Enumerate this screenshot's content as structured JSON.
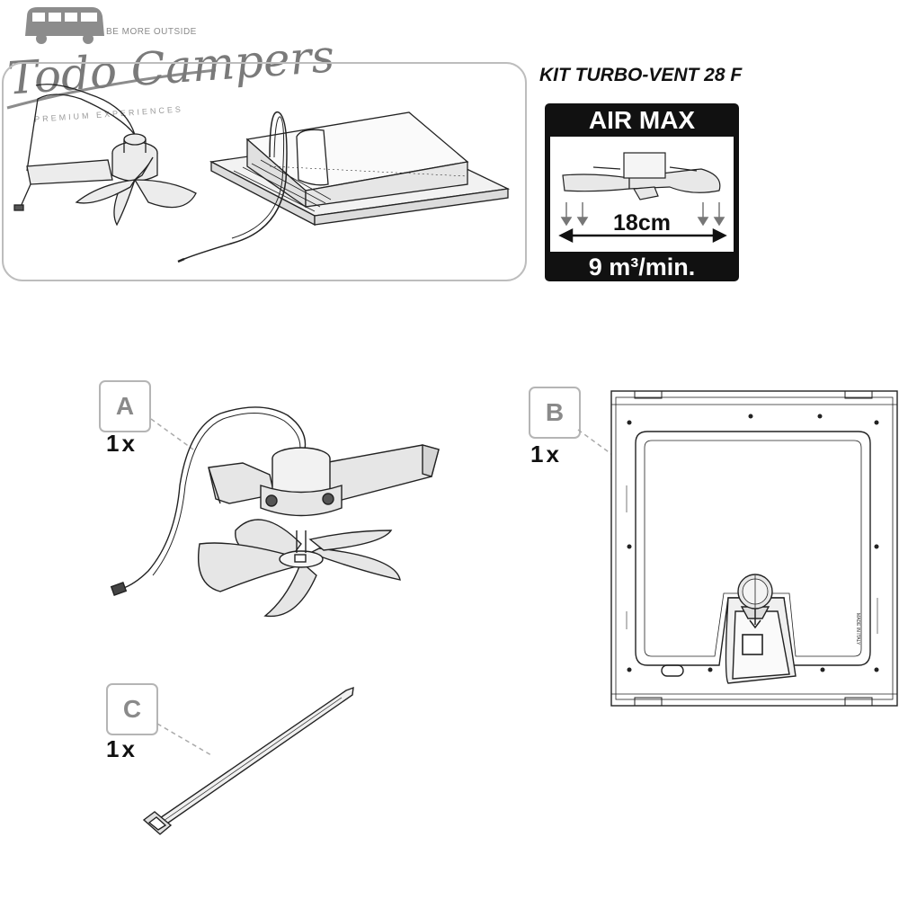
{
  "logo": {
    "tagline": "BE MORE OUTSIDE",
    "brand": "Todo Campers",
    "subline": "PREMIUM EXPERIENCES"
  },
  "kit": {
    "title": "KIT TURBO-VENT 28 F"
  },
  "airflow_badge": {
    "header": "AIR MAX",
    "dimension": "18cm",
    "flow": "9 m³/min."
  },
  "parts": [
    {
      "letter": "A",
      "quantity": "1x",
      "item": "fan-assembly"
    },
    {
      "letter": "B",
      "quantity": "1x",
      "item": "vent-frame"
    },
    {
      "letter": "C",
      "quantity": "1x",
      "item": "cable-tie"
    }
  ],
  "frame_labels": {
    "made_in": "MADE IN ITALY"
  },
  "colors": {
    "line": "#222222",
    "fill_gray": "#e6e6e6",
    "label_border": "#b5b5b5",
    "logo_gray": "#7a7a7a",
    "badge_black": "#111111"
  }
}
